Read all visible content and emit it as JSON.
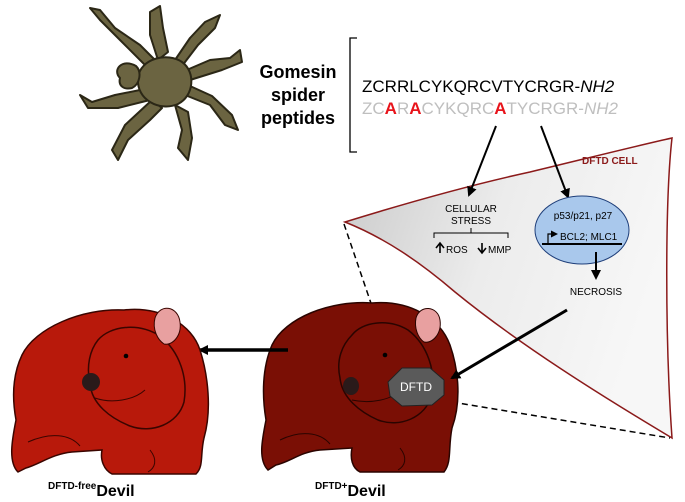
{
  "spider": {
    "label_line1": "Gomesin",
    "label_line2": "spider",
    "label_line3": "peptides"
  },
  "peptides": {
    "native": {
      "sequence": "ZCRRLCYKQRCVTYCRGR-",
      "terminus": "NH2",
      "color": "#000000"
    },
    "analog": {
      "segments": [
        {
          "text": "ZC",
          "highlight": false
        },
        {
          "text": "A",
          "highlight": true
        },
        {
          "text": "R",
          "highlight": false
        },
        {
          "text": "A",
          "highlight": true
        },
        {
          "text": "CYKQRC",
          "highlight": false
        },
        {
          "text": "A",
          "highlight": true
        },
        {
          "text": "TYCRGR-",
          "highlight": false
        }
      ],
      "terminus": "NH2",
      "color": "#bfbfbf",
      "highlight_color": "#e8141b"
    }
  },
  "cell": {
    "title": "DFTD CELL",
    "title_color": "#8b1a1a",
    "stress_line1": "CELLULAR",
    "stress_line2": "STRESS",
    "ros": "ROS",
    "mmp": "MMP",
    "nucleus_line1": "p53/p21, p27",
    "nucleus_line2": "BCL2; MLC1",
    "necrosis": "NECROSIS",
    "nucleus_color": "#a9c8ec"
  },
  "devils": {
    "tumor_label": "DFTD",
    "free_super": "DFTD-free",
    "free_name": "Devil",
    "plus_super": "DFTD+",
    "plus_name": "Devil",
    "free_color": "#b8190b",
    "plus_color": "#7a0f05"
  }
}
